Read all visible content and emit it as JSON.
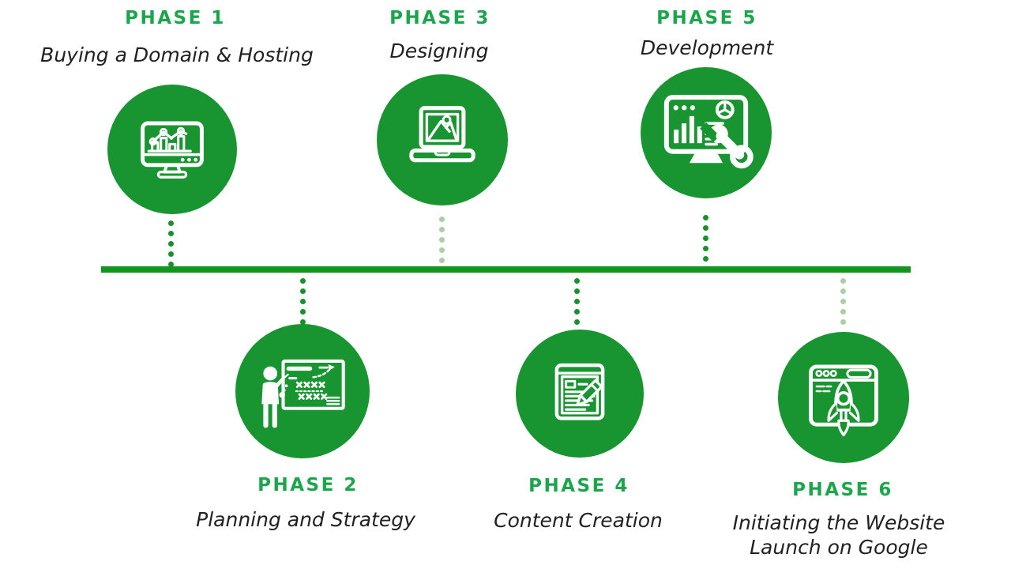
{
  "diagram_type": "website-development-phases-timeline",
  "colors": {
    "circle_green": "#189431",
    "timeline_green": "#12961e",
    "connector_dot_dark_green": "#17922a",
    "connector_dot_light_green": "#a9cfa2",
    "phase_label_green": "#1ba64b",
    "subtitle_text": "#212121",
    "icon_white": "#ffffff",
    "background": "#ffffff"
  },
  "phases": [
    {
      "label": "PHASE 1",
      "title": "Buying a Domain & Hosting",
      "side": "top",
      "icon": "monitor-analytics-icon",
      "connector": "dark"
    },
    {
      "label": "PHASE 2",
      "title": "Planning and Strategy",
      "side": "bottom",
      "icon": "planning-board-icon",
      "connector": "dark"
    },
    {
      "label": "PHASE 3",
      "title": "Designing",
      "side": "top",
      "icon": "laptop-image-icon",
      "connector": "light"
    },
    {
      "label": "PHASE 4",
      "title": "Content Creation",
      "side": "bottom",
      "icon": "document-pencil-icon",
      "connector": "dark"
    },
    {
      "label": "PHASE 5",
      "title": "Development",
      "side": "top",
      "icon": "monitor-wrench-icon",
      "connector": "dark"
    },
    {
      "label": "PHASE 6",
      "title": "Initiating the Website Launch on Google",
      "side": "bottom",
      "icon": "browser-rocket-icon",
      "connector": "light"
    }
  ]
}
